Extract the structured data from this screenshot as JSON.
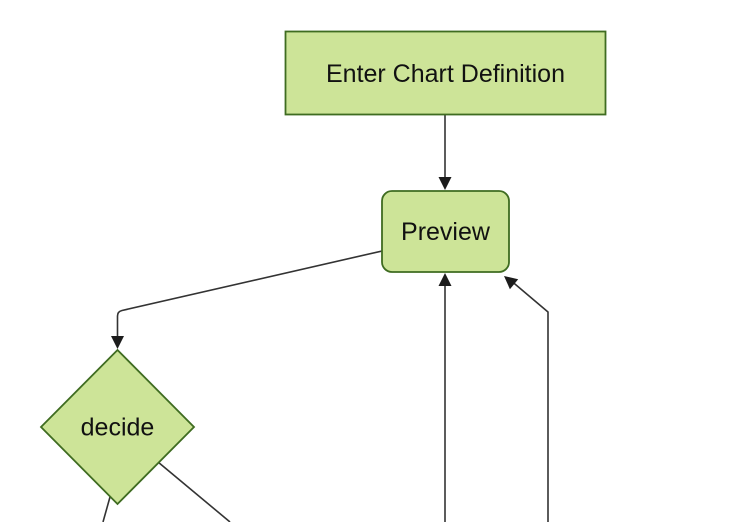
{
  "diagram": {
    "type": "flowchart",
    "direction": "top-down",
    "nodes": [
      {
        "id": "definition",
        "label": "Enter Chart Definition",
        "shape": "rectangle"
      },
      {
        "id": "preview",
        "label": "Preview",
        "shape": "rounded-rectangle"
      },
      {
        "id": "decide",
        "label": "decide",
        "shape": "diamond"
      }
    ],
    "edges": [
      {
        "from": "definition",
        "to": "preview",
        "arrowhead": true
      },
      {
        "from": "preview",
        "to": "decide",
        "arrowhead": true
      },
      {
        "from": "offscreen-bottom",
        "to": "preview",
        "arrowhead": true
      },
      {
        "from": "offscreen-bottom-right",
        "to": "preview",
        "arrowhead": true
      },
      {
        "from": "decide",
        "to": "offscreen-bottom",
        "arrowhead": false
      },
      {
        "from": "decide",
        "to": "offscreen-bottom-right",
        "arrowhead": false
      }
    ]
  },
  "theme": {
    "background": "#ffffff",
    "node_fill": "#cde498",
    "node_stroke": "#3f6c21",
    "edge_color": "#333333",
    "arrow_color": "#1c1c1c",
    "text_color": "#111111"
  }
}
